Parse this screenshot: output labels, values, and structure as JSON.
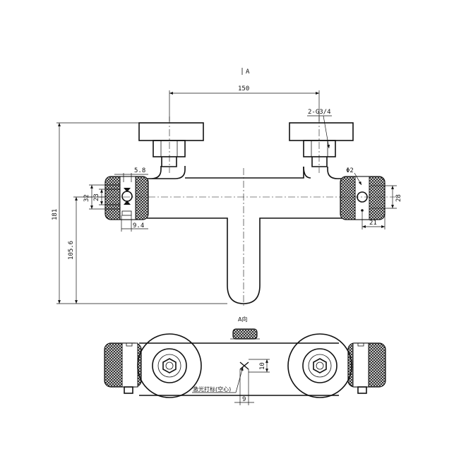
{
  "view_marker": "A",
  "view_label": "A向",
  "dimensions": {
    "centers": "150",
    "thread": "2-G3/4",
    "width_left": "5.8",
    "height_outer": "32",
    "height_inner": "23",
    "depth_left": "9.4",
    "hole_dia": "Φ2",
    "height_right": "28",
    "depth_right": "21",
    "total_height": "181",
    "bar_height": "105.6",
    "mark_height": "10",
    "mark_width": "9"
  },
  "note": "激光打标(空心)"
}
